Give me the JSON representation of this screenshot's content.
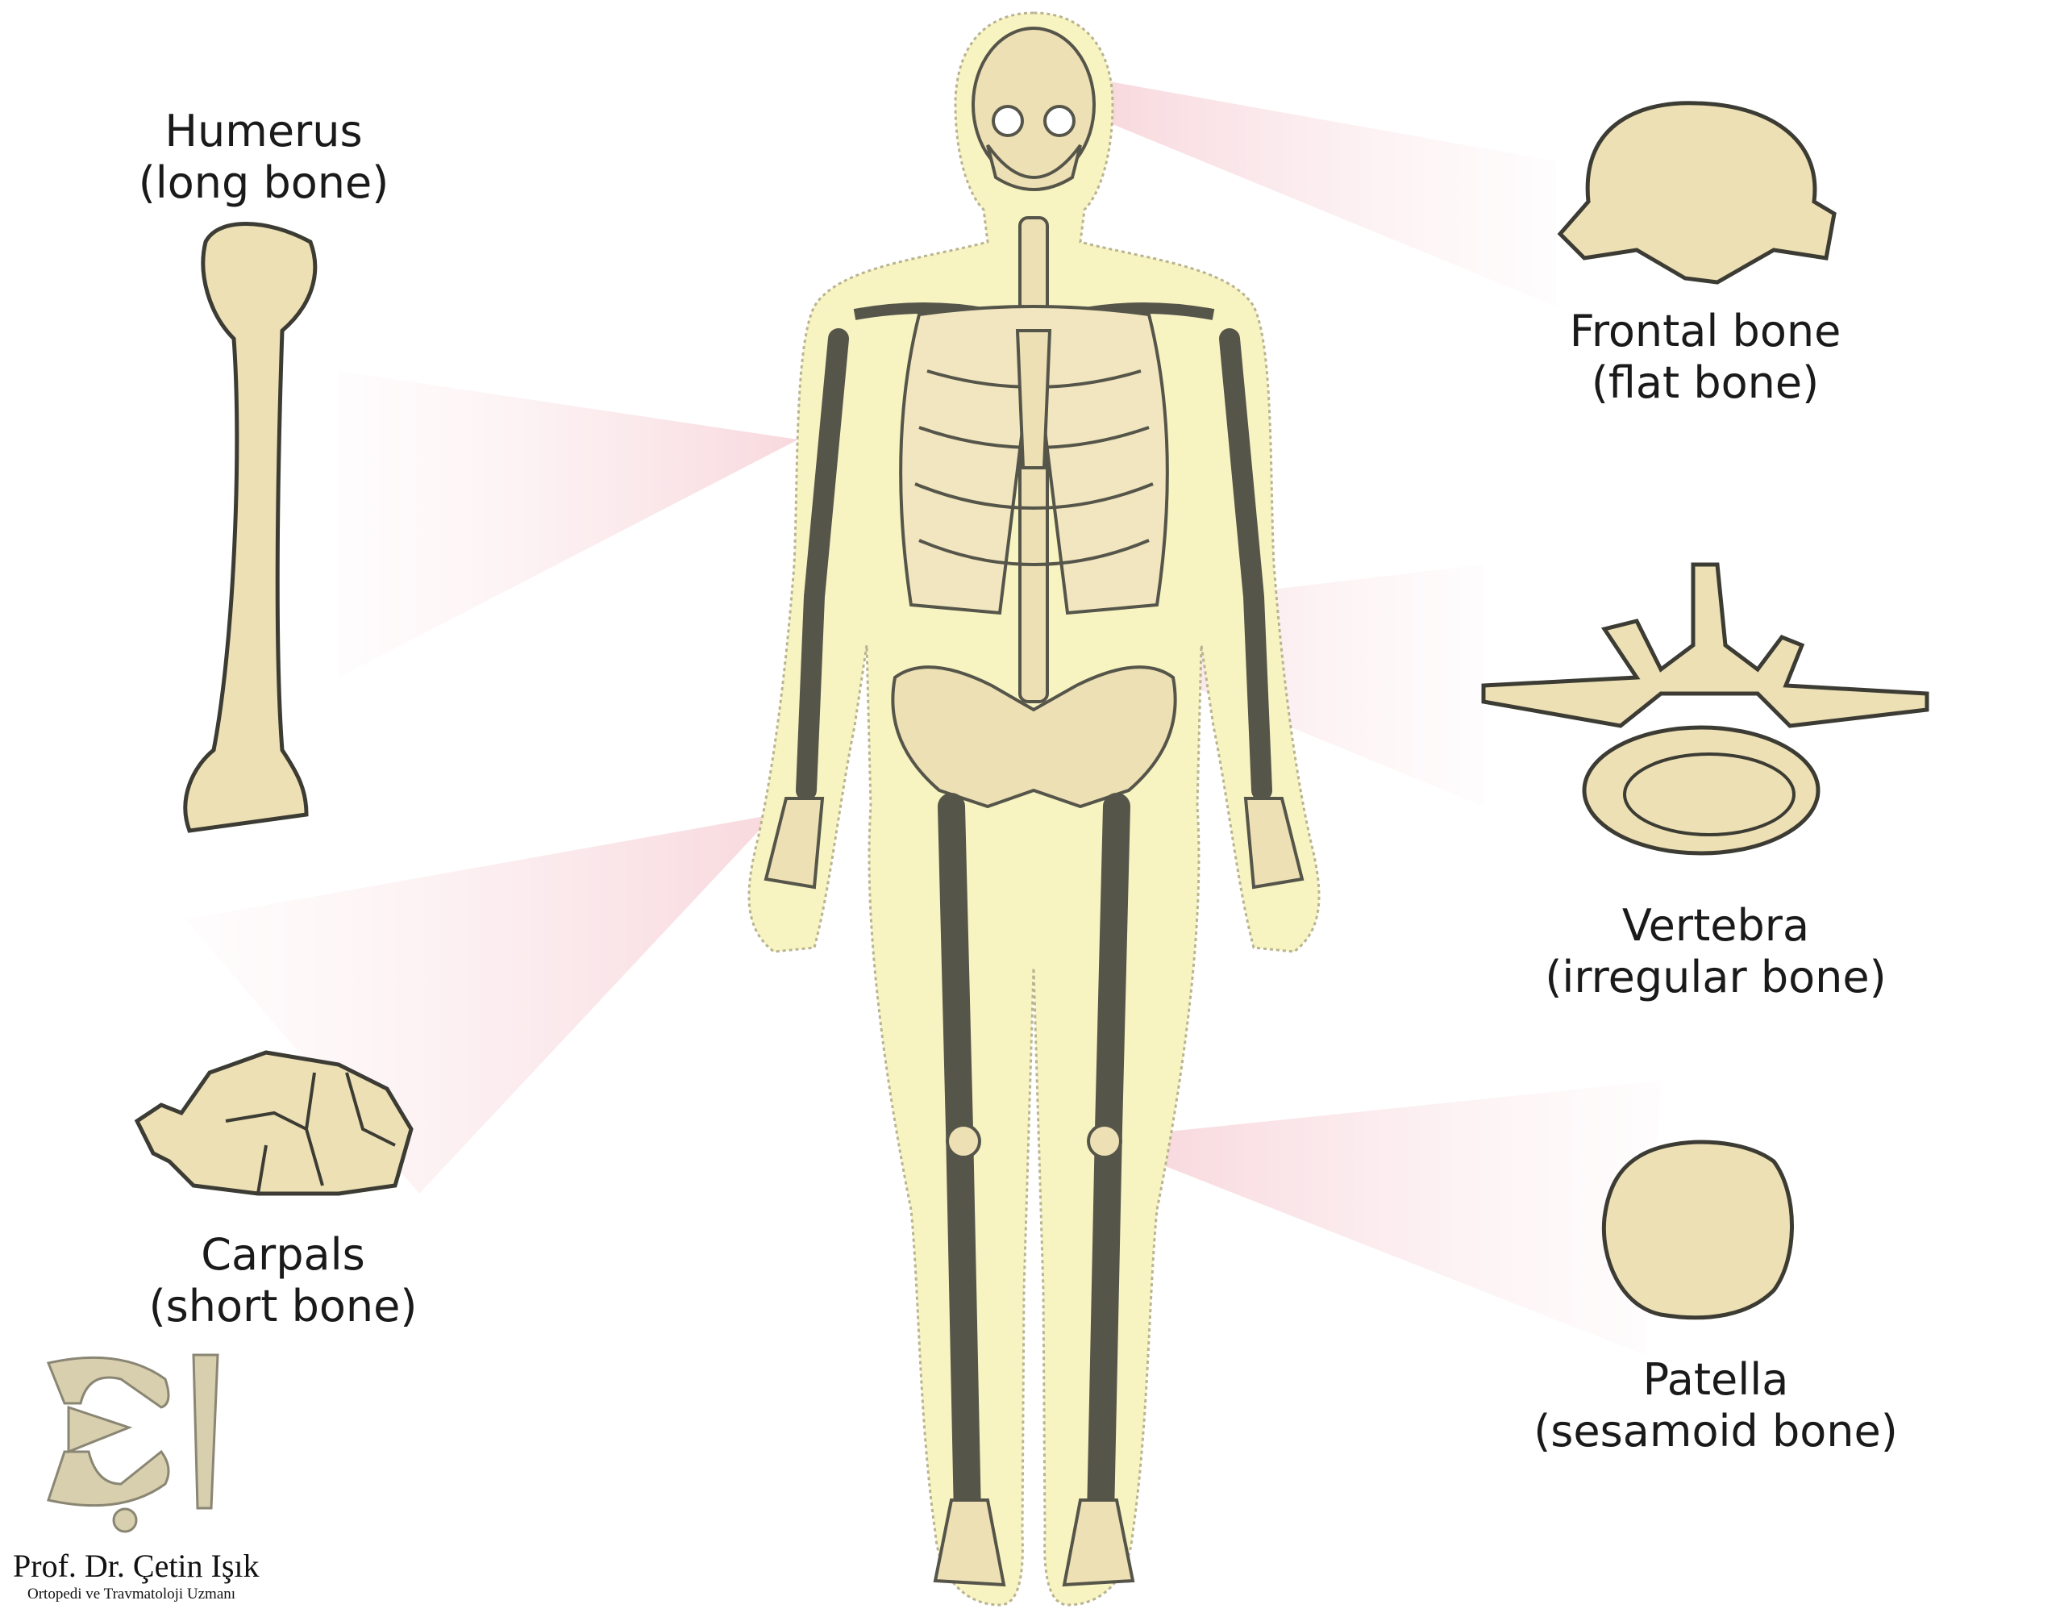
{
  "labels": {
    "humerus": {
      "name": "Humerus",
      "type": "(long bone)"
    },
    "frontal": {
      "name": "Frontal bone",
      "type": "(flat bone)"
    },
    "vertebra": {
      "name": "Vertebra",
      "type": "(irregular bone)"
    },
    "carpals": {
      "name": "Carpals",
      "type": "(short bone)"
    },
    "patella": {
      "name": "Patella",
      "type": "(sesamoid bone)"
    }
  },
  "logo": {
    "name": "Prof. Dr. Çetin Işık",
    "subtitle": "Ortopedi ve Travmatoloji Uzmanı"
  },
  "colors": {
    "bone": "#ede0b4",
    "outline": "#4a4a3e",
    "silhouette": "#f7f3c0",
    "ray": "#f8d8dc"
  }
}
